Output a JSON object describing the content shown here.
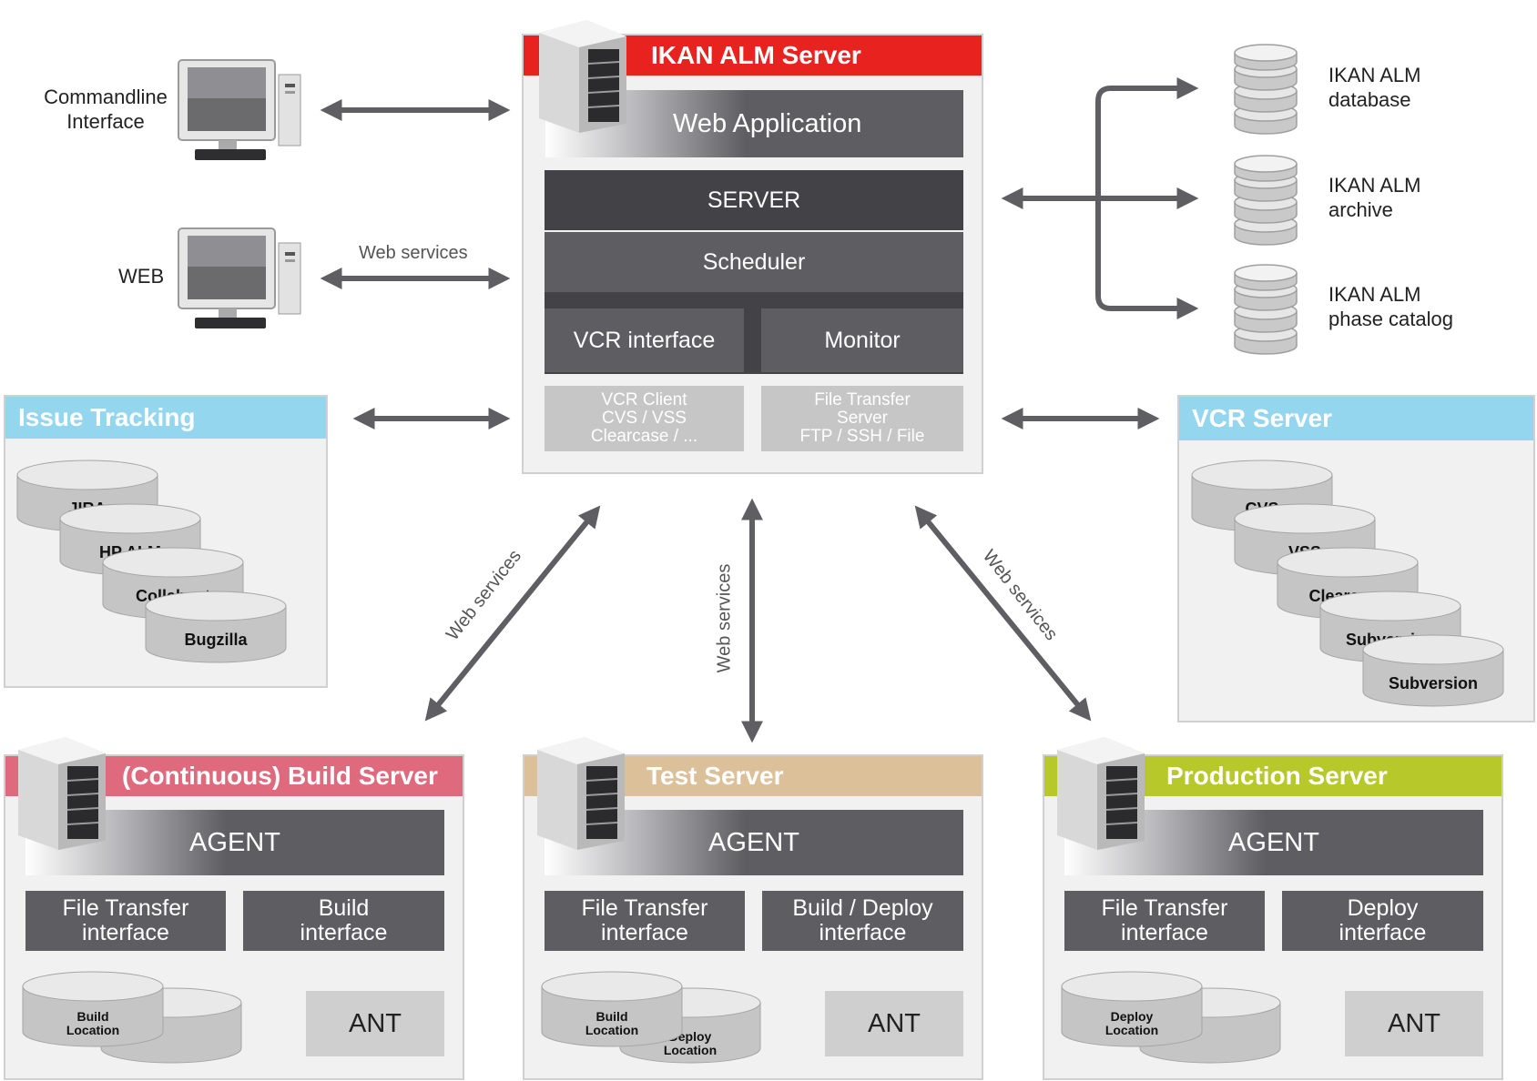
{
  "clients": {
    "commandline": "Commandline\nInterface",
    "web": "WEB",
    "web_services": "Web services"
  },
  "alm_server": {
    "title": "IKAN ALM Server",
    "web_application": "Web Application",
    "server": "SERVER",
    "scheduler": "Scheduler",
    "vcr_interface": "VCR interface",
    "monitor": "Monitor",
    "vcr_client": "VCR Client\nCVS / VSS\nClearcase / ...",
    "file_transfer_server": "File Transfer\nServer\nFTP / SSH / File"
  },
  "databases": [
    {
      "label": "IKAN ALM\ndatabase"
    },
    {
      "label": "IKAN ALM\narchive"
    },
    {
      "label": "IKAN ALM\nphase catalog"
    }
  ],
  "issue_tracking": {
    "title": "Issue Tracking",
    "items": [
      "JIRA",
      "HP ALM",
      "Collabnet",
      "Bugzilla"
    ]
  },
  "vcr_server": {
    "title": "VCR Server",
    "items": [
      "CVS",
      "VSS",
      "Clearcase",
      "Subversion",
      "Subversion"
    ]
  },
  "web_services_labels": [
    "Web services",
    "Web services",
    "Web services"
  ],
  "build_server": {
    "title": "(Continuous) Build Server",
    "agent": "AGENT",
    "file_transfer": "File Transfer\ninterface",
    "interface": "Build\ninterface",
    "location1": "Build\nLocation",
    "location2": "",
    "ant": "ANT",
    "color": "#e06a7d"
  },
  "test_server": {
    "title": "Test Server",
    "agent": "AGENT",
    "file_transfer": "File Transfer\ninterface",
    "interface": "Build / Deploy\ninterface",
    "location1": "Build\nLocation",
    "location2": "Deploy\nLocation",
    "ant": "ANT",
    "color": "#dcc09a"
  },
  "production_server": {
    "title": "Production Server",
    "agent": "AGENT",
    "file_transfer": "File Transfer\ninterface",
    "interface": "Deploy\ninterface",
    "location1": "Deploy\nLocation",
    "location2": "",
    "ant": "ANT",
    "color": "#b7c82b"
  },
  "colors": {
    "alm_header": "#e8231f",
    "issue_header": "#95d6ef",
    "vcr_header": "#95d6ef",
    "arrow": "#5f5e62"
  }
}
